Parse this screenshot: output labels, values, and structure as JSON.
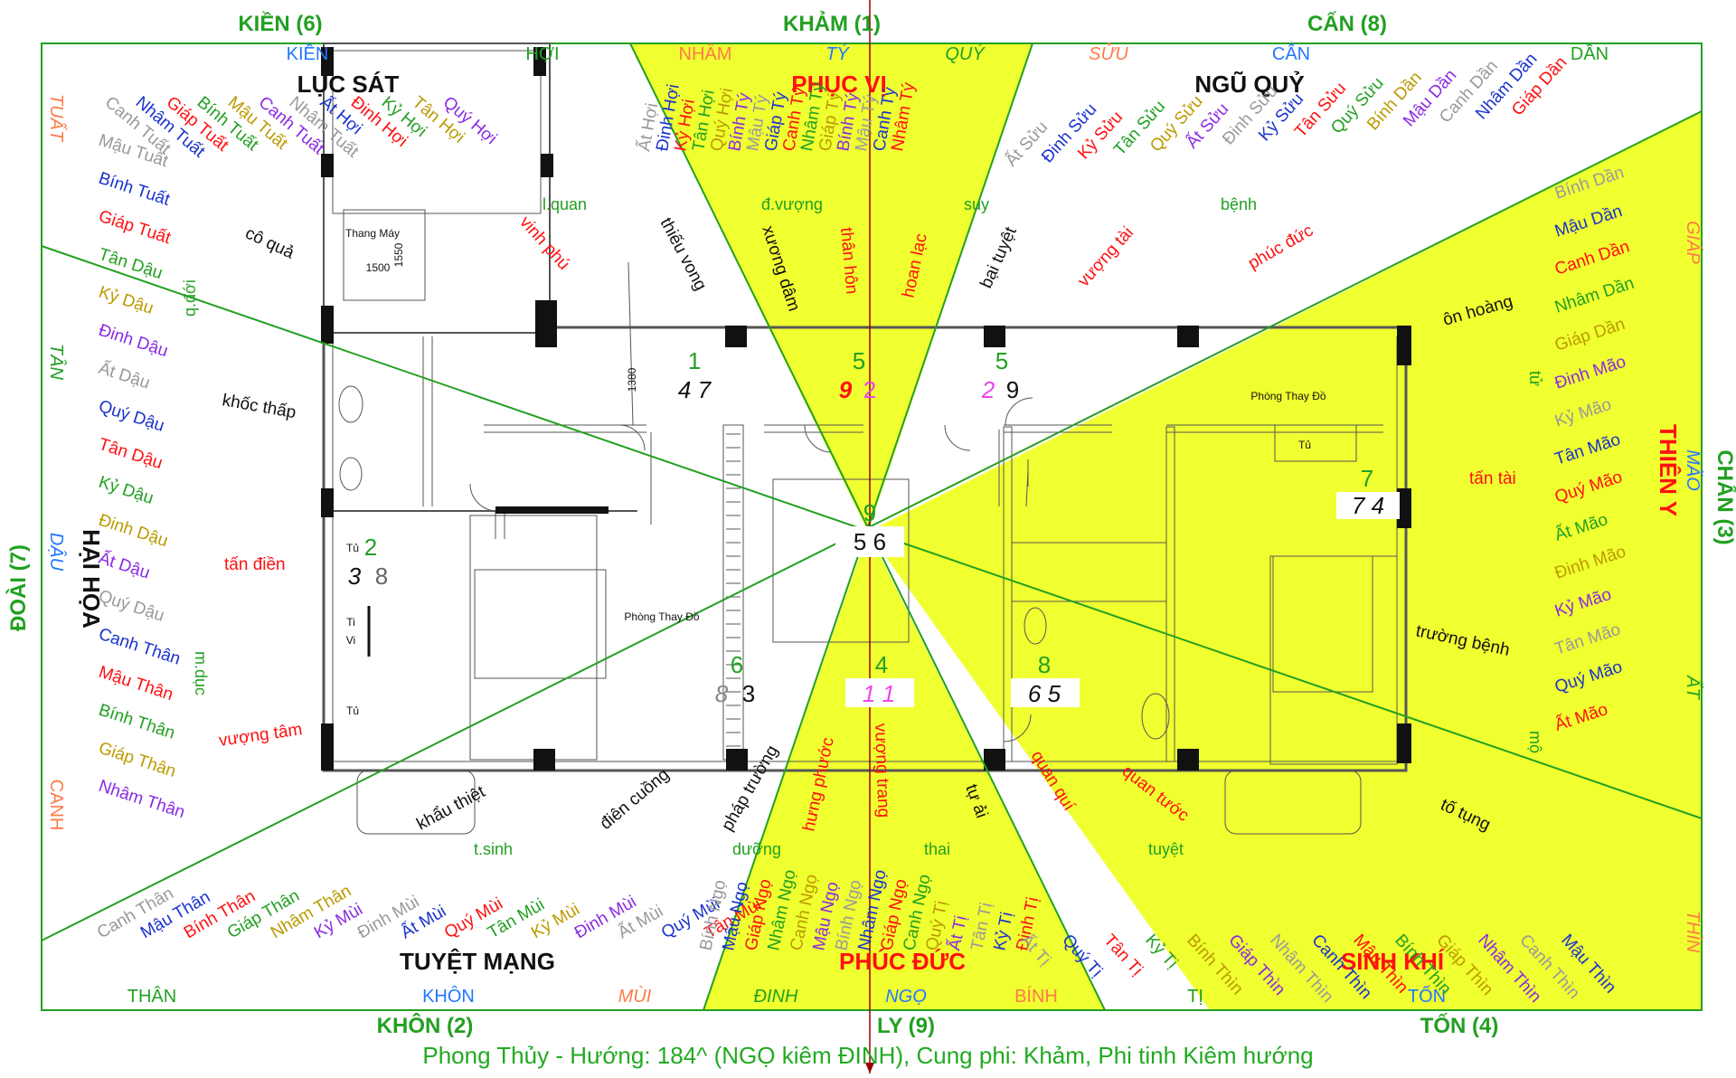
{
  "title": "Phong Thủy - Hướng: 184^ (NGỌ kiêm ĐINH), Cung phi: Khảm, Phi tinh Kiêm hướng",
  "colors": {
    "green": "#22a022",
    "yellow": "#f0ff30",
    "red": "#ff1010",
    "black": "#111111",
    "wall": "#444444",
    "orange": "#ff7a4a",
    "blue": "#2277ff"
  },
  "trigrams": {
    "kien": "KIỀN (6)",
    "kham": "KHẢM (1)",
    "can": "CẤN (8)",
    "chan": "CHẤN (3)",
    "doai": "ĐOÀI (7)",
    "khon": "KHÔN (2)",
    "ly": "LY (9)",
    "ton": "TỐN (4)"
  },
  "mountains": {
    "kien": "KIỀN",
    "hoi": "HỢI",
    "nham": "NHÂM",
    "ty_kham": "TÝ",
    "quy": "QUÝ",
    "suu": "SỬU",
    "can": "CẤN",
    "dan": "DẦN",
    "tuat": "TUẤT",
    "tan": "TÂN",
    "dau": "DẬU",
    "canh": "CANH",
    "than": "THÂN",
    "khon": "KHÔN",
    "mui": "MÙI",
    "dinh": "ĐINH",
    "ngo": "NGỌ",
    "binh": "BÍNH",
    "ti": "TỊ",
    "ton": "TỐN",
    "thin": "THÌN",
    "at": "ẤT",
    "mao": "MÃO",
    "giap": "GIÁP"
  },
  "stars": {
    "luc_sat": "LỤC SÁT",
    "phuc_vi": "PHỤC VỊ",
    "ngu_quy": "NGŨ QUỶ",
    "thien_y": "THIÊN Y",
    "hai_hoa": "HẠI HỌA",
    "tuyet_mang": "TUYỆT MẠNG",
    "phuc_duc": "PHÚC ĐỨC",
    "sinh_khi": "SINH KHÍ"
  },
  "rooms": {
    "thang_may": "Thang Máy",
    "dim_1500": "1500",
    "dim_1550": "1550",
    "dim_1380": "1380",
    "phong_thay_do_1": "Phòng Thay Đồ",
    "phong_thay_do_2": "Phòng Thay Đồ",
    "tu_1": "Tủ",
    "tu_2": "Tủ",
    "tu_3": "Tủ",
    "ti": "Ti",
    "vi": "Vi"
  },
  "flying_stars": {
    "c1_main": "1",
    "c1_pair": "4 7",
    "c2_main": "5",
    "c2_a": "9",
    "c2_b": "2",
    "c3_main": "5",
    "c3_a": "2",
    "c3_b": "9",
    "c4_main": "7",
    "c4_pair": "7 4",
    "c5_main": "9",
    "c5_pair": "5 6",
    "c6_main": "2",
    "c6_a": "3",
    "c6_b": "8",
    "c7_main": "6",
    "c7_a": "8",
    "c7_b": "3",
    "c8_main": "4",
    "c8_pair": "1 1",
    "c9_main": "8",
    "c9_pair": "6 5"
  },
  "ring_words": {
    "co_qua": "cô quả",
    "khoc_thap": "khốc thấp",
    "tan_dien": "tấn điền",
    "vuong_tam": "vượng tâm",
    "khau_thiet": "khẩu thiệt",
    "dien_cuong": "điên cuồng",
    "phap_truong": "pháp trường",
    "hung_phuoc": "hưng phước",
    "vuong_trang": "vượng trang",
    "tu_ai": "tự ải",
    "quan_qui": "quan quí",
    "quan_tuoc": "quan tước",
    "to_tung": "tố tụng",
    "truong_benh": "trường bệnh",
    "tan_tai": "tấn tài",
    "on_hoang": "ôn hoàng",
    "thieu_vong": "thiếu vong",
    "xuong_dam": "xương dâm",
    "than_hon": "thân hôn",
    "hoan_lac": "hoan lạc",
    "bai_tuyet": "bại tuyệt",
    "vuong_tai": "vượng tài",
    "phuc_duc": "phúc đức",
    "vinh_phu": "vinh phú"
  },
  "ring_small": {
    "l_quan": "l.quan",
    "d_vuong": "đ.vượng",
    "suy": "suy",
    "benh": "bệnh",
    "q_doi": "q.đới",
    "m_duc": "m.dục",
    "t_sinh": "t.sinh",
    "duong": "dưỡng",
    "thai": "thai",
    "tuyet": "tuyệt",
    "mo": "mộ",
    "tu": "tử"
  },
  "sectors": {
    "kien_words": [
      "Canh Tuất",
      "Nhâm Tuất",
      "Giáp Tuất",
      "Bính Tuất",
      "Mậu Tuất",
      "Canh Tuất",
      "Nhâm Tuất",
      "Ất Hợi",
      "Đinh Hợi",
      "Kỷ Hợi",
      "Tân Hợi",
      "Quý Hợi"
    ],
    "kham_words": [
      "Ất Hợi",
      "Đinh Hợi",
      "Kỷ Hợi",
      "Tân Hợi",
      "Quý Hợi",
      "Bính Tý",
      "Mậu Tý",
      "Giáp Tý",
      "Canh Tý",
      "Nhâm Tý",
      "Giáp Tý",
      "Bính Tý",
      "Mậu Tý",
      "Canh Tý",
      "Nhâm Tý"
    ],
    "can_words": [
      "Ất Sửu",
      "Đinh Sửu",
      "Kỷ Sửu",
      "Tân Sửu",
      "Quý Sửu",
      "Ất Sửu",
      "Đinh Sửu",
      "Kỷ Sửu",
      "Tân Sửu",
      "Quý Sửu",
      "Bính Dần",
      "Mậu Dần",
      "Canh Dần",
      "Nhâm Dần",
      "Giáp Dần"
    ],
    "chan_words": [
      "Bính Dần",
      "Mậu Dần",
      "Canh Dần",
      "Nhâm Dần",
      "Giáp Dần",
      "Đinh Mão",
      "Kỷ Mão",
      "Tân Mão",
      "Quý Mão",
      "Ất Mão",
      "Đinh Mão",
      "Kỷ Mão",
      "Tân Mão",
      "Quý Mão",
      "Ất Mão"
    ],
    "doai_words": [
      "Mậu Tuất",
      "Bính Tuất",
      "Giáp Tuất",
      "Tân Dậu",
      "Kỷ Dậu",
      "Đinh Dậu",
      "Ất Dậu",
      "Quý Dậu",
      "Tân Dậu",
      "Kỷ Dậu",
      "Đinh Dậu",
      "Ất Dậu",
      "Quý Dậu",
      "Canh Thân",
      "Mậu Thân",
      "Bính Thân",
      "Giáp Thân",
      "Nhâm Thân"
    ],
    "khon_words": [
      "Canh Thân",
      "Mậu Thân",
      "Bính Thân",
      "Giáp Thân",
      "Nhâm Thân",
      "Kỷ Mùi",
      "Đinh Mùi",
      "Ất Mùi",
      "Quý Mùi",
      "Tân Mùi",
      "Kỷ Mùi",
      "Đinh Mùi",
      "Ất Mùi",
      "Quý Mùi",
      "Tân Mùi"
    ],
    "ly_words": [
      "Bính Ngọ",
      "Mậu Ngọ",
      "Giáp Ngọ",
      "Nhâm Ngọ",
      "Canh Ngọ",
      "Mậu Ngọ",
      "Bính Ngọ",
      "Nhâm Ngọ",
      "Giáp Ngọ",
      "Canh Ngọ",
      "Quý Tị",
      "Ất Tị",
      "Tân Tị",
      "Kỷ Tị",
      "Đinh Tị"
    ],
    "ton_words": [
      "Ất Tị",
      "Quý Tị",
      "Tân Tị",
      "Kỷ Tị",
      "Bính Thìn",
      "Giáp Thìn",
      "Nhâm Thìn",
      "Canh Thìn",
      "Mậu Thìn",
      "Bính Thìn",
      "Giáp Thìn",
      "Nhâm Thìn",
      "Canh Thìn",
      "Mậu Thìn"
    ]
  }
}
